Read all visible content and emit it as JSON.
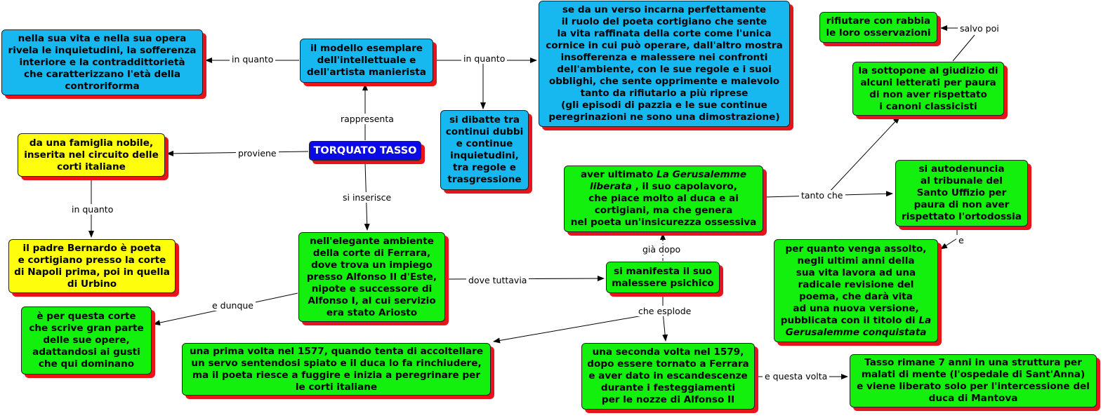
{
  "nodes": {
    "tasso": "TORQUATO TASSO",
    "modello": "il modello esemplare\ndell'intellettuale e\ndell'artista manierista",
    "vita_opera": "nella sua vita e nella sua opera\nrivela le inquietudini, la sofferenza\ninteriore e la contraddittorietà\nche caratterizzano l'età della\ncontroriforma",
    "poeta_cortigiano": "se da un verso incarna perfettamente\nil ruolo del poeta cortigiano che sente\nla vita raffinata della corte come l'unica\ncornice in cui può operare, dall'altro mostra\ninsofferenza e malessere nei confronti\ndell'ambiente, con le sue regole e i suoi\nobblighi, che sente opprimente  e malevolo\ntanto da rifiutarlo a più riprese\n(gli episodi di pazzia e le sue continue\nperegrinazioni ne sono una dimostrazione)",
    "dubbi": "si dibatte tra\ncontinui dubbi\ne continue\ninquietudini,\ntra regole e\ntrasgressione",
    "famiglia": "da una famiglia nobile,\ninserita nel circuito delle\ncorti italiane",
    "padre": "il padre Bernardo è poeta\ne cortigiano presso la corte\ndi Napoli prima, poi in quella\ndi Urbino",
    "ferrara": "nell'elegante ambiente\ndella corte di Ferrara,\ndove trova un impiego\npresso Alfonso II d'Este,\nnipote e successore di\nAlfonso I, al cui servizio\nera stato Ariosto",
    "corte_opere": "è per questa corte\nche scrive gran parte\ndelle sue opere,\nadattandosi ai gusti\nche qui dominano",
    "malessere": "si manifesta il suo\nmalessere psichico",
    "gerusalemme_a": "aver ultimato ",
    "gerusalemme_b": "La Gerusalemme\nliberata",
    "gerusalemme_c": " , il suo capolavoro,\nche piace molto al duca e ai\ncortigiani, ma che genera\nnel poeta un'insicurezza ossessiva",
    "prima_volta": "una prima volta nel 1577, quando tenta di accoltellare\nun servo sentendosi spiato e il duca lo fa rinchiudere,\nma il poeta riesce a fuggire e inizia a peregrinare per\nle corti italiane",
    "seconda_volta": "una seconda volta nel 1579,\ndopo essere tornato a Ferrara\ne aver dato in escandescenze\ndurante i festeggiamenti\nper le nozze di Alfonso II",
    "sette_anni": "Tasso rimane 7 anni in una struttura per\nmalati di mente (l'ospedale di Sant'Anna)\ne viene liberato solo per l'intercessione del\nduca di Mantova",
    "rifiutare": "rifiutare con rabbia\nle loro osservazioni",
    "sottopone": "la sottopone al giudizio di\nalcuni letterati per paura\ndi non aver rispettato\ni canoni classicisti",
    "autodenuncia": "si autodenuncia\nal tribunale del\nSanto Uffizio per\npaura di non aver\nrispettato l'ortodossia",
    "revisione_a": "per quanto venga assolto,\nnegli ultimi anni della\nsua vita lavora ad una\nradicale revisione del\npoema, che darà vita\nad una nuova versione,\npubblicata con il titolo di ",
    "revisione_b": "La\nGerusalemme  conquistata"
  },
  "labels": {
    "in_quanto_left": "in quanto",
    "in_quanto_right": "in quanto",
    "rappresenta": "rappresenta",
    "proviene": "proviene",
    "in_quanto_padre": "in quanto",
    "si_inserisce": "si inserisce",
    "e_dunque": "e dunque",
    "dove_tuttavia": "dove tuttavia",
    "gia_dopo": "già dopo",
    "che_esplode": "che esplode",
    "e_questa_volta": "e questa volta",
    "tanto_che": "tanto che",
    "salvo_poi": "salvo poi",
    "e": "e"
  },
  "colors": {
    "cyan": "#17b8ef",
    "green": "#14f00e",
    "yellow": "#fdfd0c",
    "blue": "#0a0ae6",
    "shadow": "#e8141b"
  }
}
